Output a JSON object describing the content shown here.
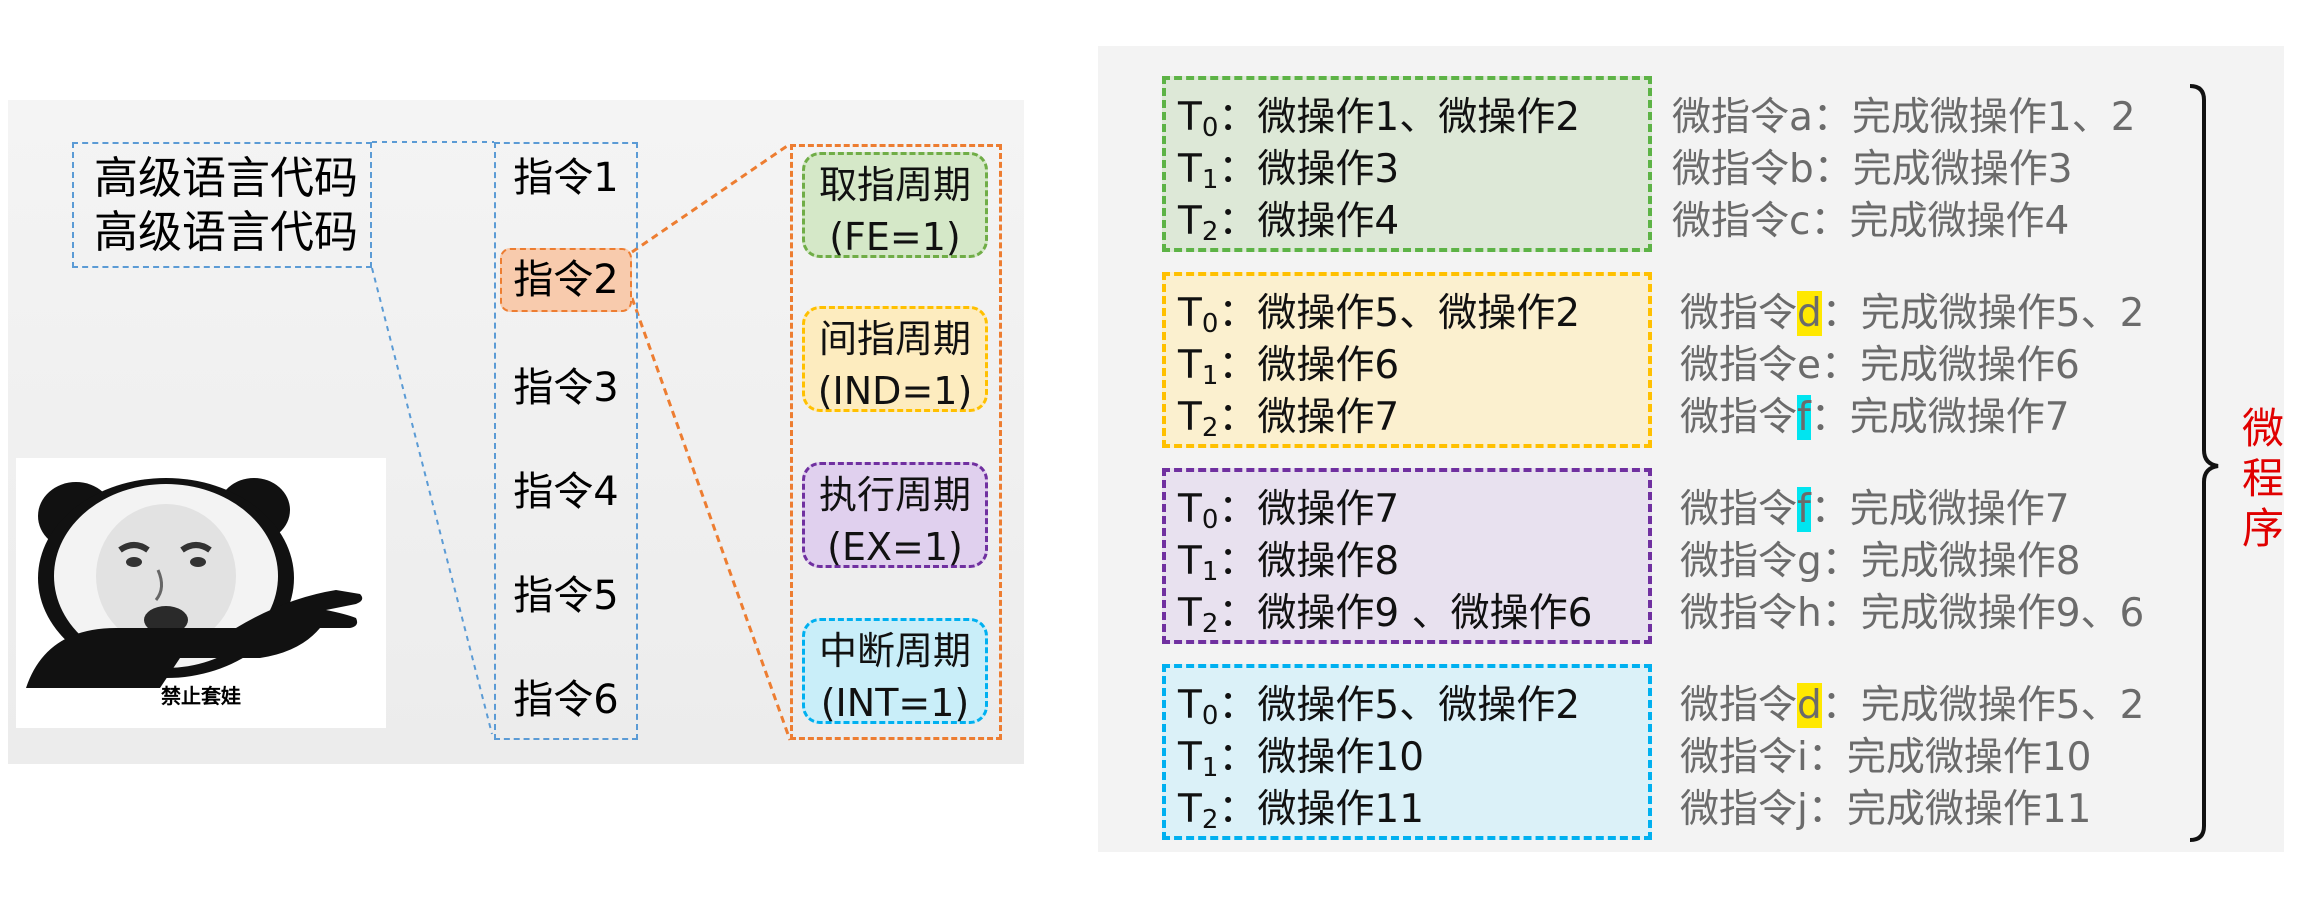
{
  "code": {
    "line1": "高级语言代码",
    "line2": "高级语言代码"
  },
  "instructions": [
    "指令1",
    "指令2",
    "指令3",
    "指令4",
    "指令5",
    "指令6"
  ],
  "cycles": [
    {
      "name": "取指周期",
      "flag": "(FE=1)"
    },
    {
      "name": "间指周期",
      "flag": "(IND=1)"
    },
    {
      "name": "执行周期",
      "flag": "(EX=1)"
    },
    {
      "name": "中断周期",
      "flag": "(INT=1)"
    }
  ],
  "meme": {
    "caption": "禁止套娃"
  },
  "groups": [
    {
      "ops": [
        {
          "t": "T",
          "sub": "0",
          "text": "微操作1、微操作2"
        },
        {
          "t": "T",
          "sub": "1",
          "text": "微操作3"
        },
        {
          "t": "T",
          "sub": "2",
          "text": "微操作4"
        }
      ],
      "micro": [
        {
          "pre": "微指令",
          "letter": "a",
          "post": "：完成微操作1、2"
        },
        {
          "pre": "微指令",
          "letter": "b",
          "post": "：完成微操作3"
        },
        {
          "pre": "微指令",
          "letter": "c",
          "post": "：完成微操作4"
        }
      ]
    },
    {
      "ops": [
        {
          "t": "T",
          "sub": "0",
          "text": "微操作5、微操作2"
        },
        {
          "t": "T",
          "sub": "1",
          "text": "微操作6"
        },
        {
          "t": "T",
          "sub": "2",
          "text": "微操作7"
        }
      ],
      "micro": [
        {
          "pre": "微指令",
          "letter": "d",
          "post": "：完成微操作5、2"
        },
        {
          "pre": "微指令",
          "letter": "e",
          "post": "：完成微操作6"
        },
        {
          "pre": "微指令",
          "letter": "f",
          "post": "：完成微操作7"
        }
      ]
    },
    {
      "ops": [
        {
          "t": "T",
          "sub": "0",
          "text": "微操作7"
        },
        {
          "t": "T",
          "sub": "1",
          "text": "微操作8"
        },
        {
          "t": "T",
          "sub": "2",
          "text": "微操作9 、微操作6"
        }
      ],
      "micro": [
        {
          "pre": "微指令",
          "letter": "f",
          "post": "：完成微操作7"
        },
        {
          "pre": "微指令",
          "letter": "g",
          "post": "：完成微操作8"
        },
        {
          "pre": "微指令",
          "letter": "h",
          "post": "：完成微操作9、6"
        }
      ]
    },
    {
      "ops": [
        {
          "t": "T",
          "sub": "0",
          "text": "微操作5、微操作2"
        },
        {
          "t": "T",
          "sub": "1",
          "text": "微操作10"
        },
        {
          "t": "T",
          "sub": "2",
          "text": "微操作11"
        }
      ],
      "micro": [
        {
          "pre": "微指令",
          "letter": "d",
          "post": "：完成微操作5、2"
        },
        {
          "pre": "微指令",
          "letter": "i",
          "post": "：完成微操作10"
        },
        {
          "pre": "微指令",
          "letter": "j",
          "post": "：完成微操作11"
        }
      ]
    }
  ],
  "microprogram_label": [
    "微",
    "程",
    "序"
  ],
  "colors": {
    "code_box": "#5b9bd5",
    "cycle_frame": "#ed7d31",
    "instr2_fill": "#f8cbad",
    "fetch": {
      "border": "#70ad47",
      "fill": "#d5e8c8"
    },
    "indirect": {
      "border": "#ffc000",
      "fill": "#fdecbf"
    },
    "execute": {
      "border": "#7030a0",
      "fill": "#e0d0ee"
    },
    "interrupt": {
      "border": "#00b0f0",
      "fill": "#c9eef9"
    },
    "group_green": {
      "border": "#5db346",
      "fill": "#dde8d7"
    },
    "group_yellow": {
      "border": "#ffc000",
      "fill": "#fbf0cf"
    },
    "group_purple": {
      "border": "#7030a0",
      "fill": "#e8e1ef"
    },
    "group_cyan": {
      "border": "#00b0f0",
      "fill": "#dbf1f8"
    },
    "highlight_yellow": "#ffe800",
    "highlight_cyan": "#00e5f0",
    "microprogram": "#e00000"
  }
}
